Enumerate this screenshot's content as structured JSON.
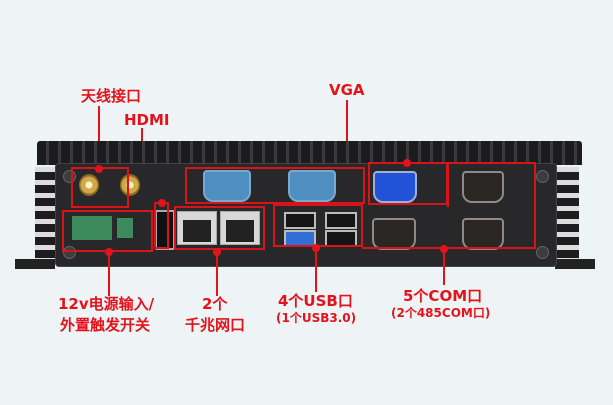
{
  "labels": {
    "antenna": "天线接口",
    "hdmi": "HDMI",
    "vga": "VGA",
    "power_line1": "12v电源输入/",
    "power_line2": "外置触发开关",
    "lan_line1": "2个",
    "lan_line2": "千兆网口",
    "usb_line1": "4个USB口",
    "usb_line2": "(1个USB3.0)",
    "com_line1": "5个COM口",
    "com_line2": "(2个485COM口)"
  },
  "colors": {
    "accent": "#e3131b",
    "background": "#eef3f6",
    "chassis": "#28282a"
  },
  "ports": {
    "antenna_count": 2,
    "hdmi_count": 1,
    "lan_count": 2,
    "usb_count": 4,
    "usb3_count": 1,
    "com_count": 5,
    "rs485_count": 2,
    "vga_count": 1
  }
}
